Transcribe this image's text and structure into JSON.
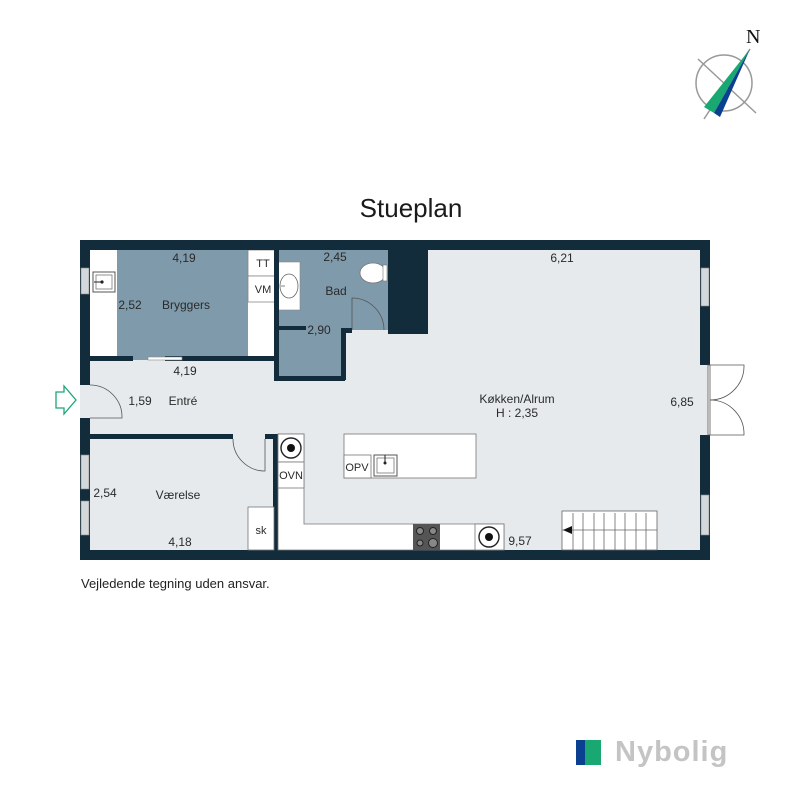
{
  "page": {
    "title": "Stueplan",
    "disclaimer": "Vejledende tegning uden ansvar.",
    "compass_label": "N",
    "logo_text": "Nybolig"
  },
  "colors": {
    "wall": "#132c3b",
    "wet_room": "#7f9aab",
    "floor": "#e6eaed",
    "fixture": "#ffffff",
    "logo_blue": "#0b3f8f",
    "logo_green": "#1aa872",
    "logo_text": "#c4c4c4",
    "entry_arrow": "#1aa872"
  },
  "rooms": [
    {
      "name": "Bryggers",
      "dims": [
        "4,19",
        "2,52"
      ]
    },
    {
      "name": "Bad",
      "dims": [
        "2,45",
        "2,90"
      ]
    },
    {
      "name": "Entré",
      "dims": [
        "4,19",
        "1,59"
      ]
    },
    {
      "name": "Værelse",
      "dims": [
        "2,54",
        "4,18"
      ]
    },
    {
      "name": "Køkken/Alrum",
      "height_label": "H : 2,35",
      "dims": [
        "6,21",
        "6,85",
        "9,57"
      ]
    }
  ],
  "fixtures": {
    "tumble_dryer": "TT",
    "washing_machine": "VM",
    "oven": "OVN",
    "dishwasher": "OPV",
    "wardrobe": "sk"
  }
}
